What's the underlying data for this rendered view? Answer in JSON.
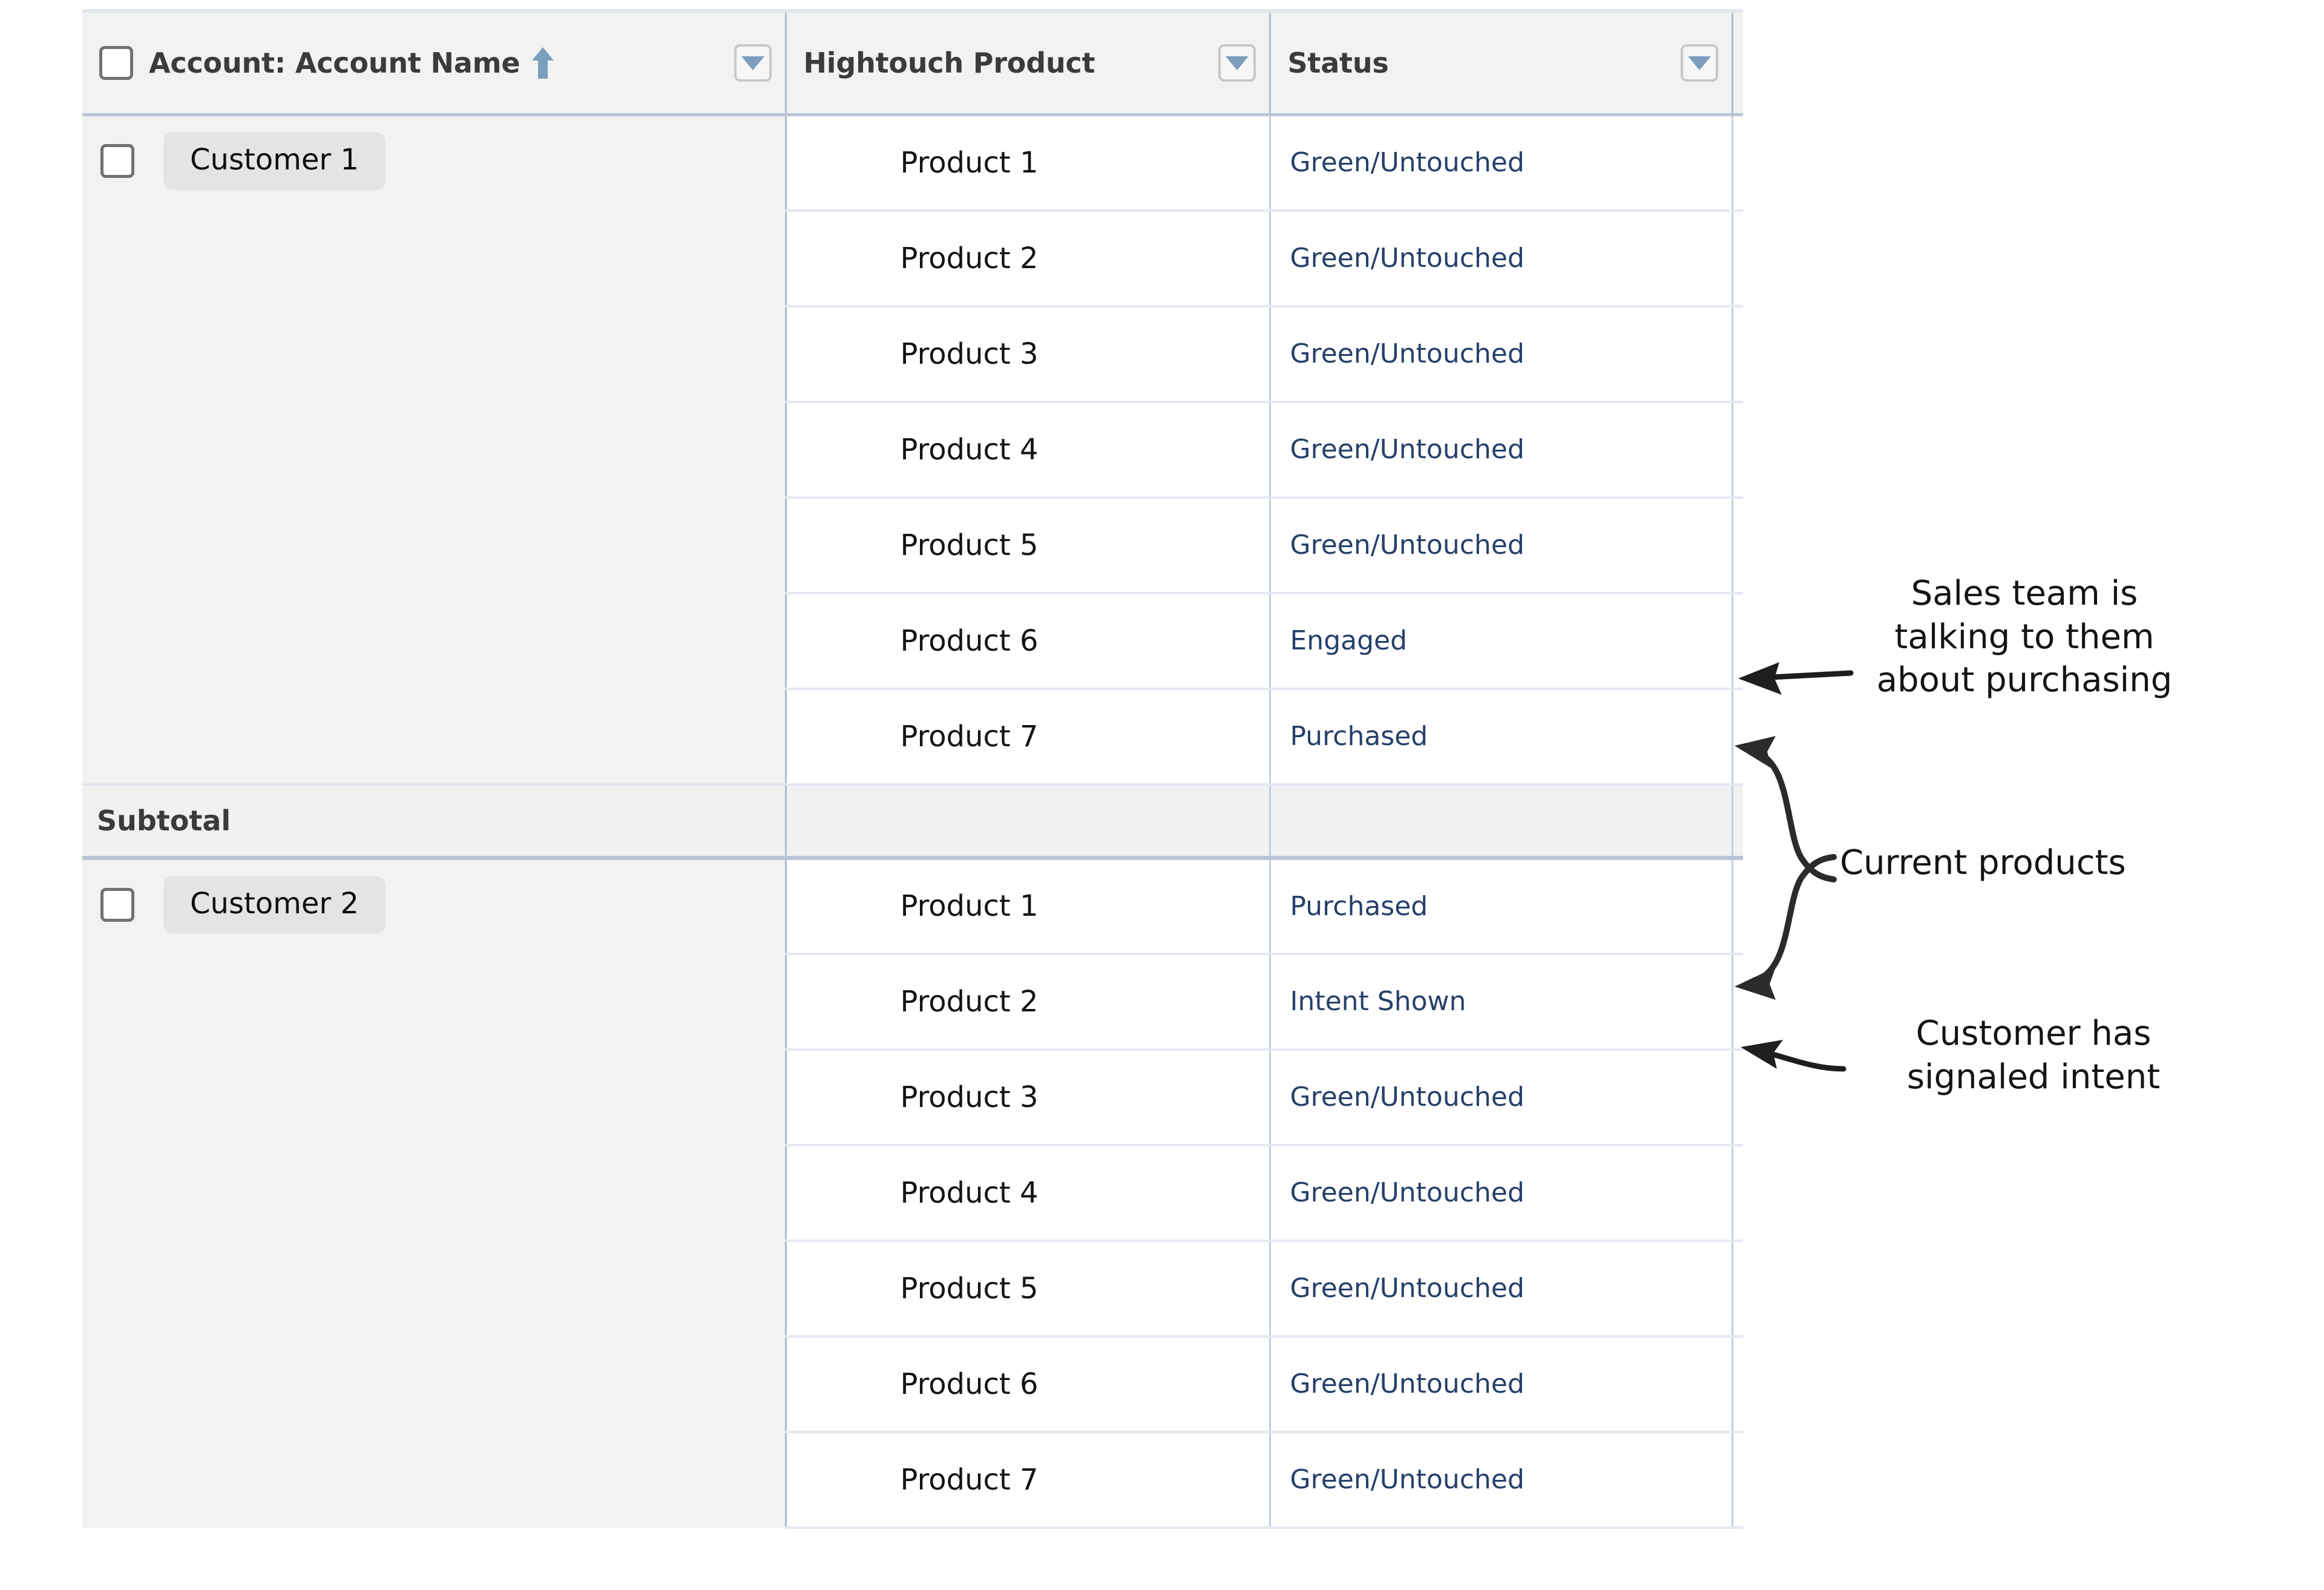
{
  "table": {
    "columns": [
      {
        "key": "account",
        "label": "Account: Account Name",
        "sort_indicator": "ascending-arrow-up",
        "has_filter": true
      },
      {
        "key": "product",
        "label": "Hightouch Product",
        "sort_indicator": null,
        "has_filter": true
      },
      {
        "key": "status",
        "label": "Status",
        "sort_indicator": null,
        "has_filter": true
      }
    ],
    "subtotal_label": "Subtotal",
    "groups": [
      {
        "account": "Customer 1",
        "checkbox_checked": false,
        "rows": [
          {
            "product": "Product 1",
            "status": "Green/Untouched"
          },
          {
            "product": "Product 2",
            "status": "Green/Untouched"
          },
          {
            "product": "Product 3",
            "status": "Green/Untouched"
          },
          {
            "product": "Product 4",
            "status": "Green/Untouched"
          },
          {
            "product": "Product 5",
            "status": "Green/Untouched"
          },
          {
            "product": "Product 6",
            "status": "Engaged"
          },
          {
            "product": "Product 7",
            "status": "Purchased"
          }
        ],
        "has_subtotal": true
      },
      {
        "account": "Customer 2",
        "checkbox_checked": false,
        "rows": [
          {
            "product": "Product 1",
            "status": "Purchased"
          },
          {
            "product": "Product 2",
            "status": "Intent Shown"
          },
          {
            "product": "Product 3",
            "status": "Green/Untouched"
          },
          {
            "product": "Product 4",
            "status": "Green/Untouched"
          },
          {
            "product": "Product 5",
            "status": "Green/Untouched"
          },
          {
            "product": "Product 6",
            "status": "Green/Untouched"
          },
          {
            "product": "Product 7",
            "status": "Green/Untouched"
          }
        ],
        "has_subtotal": false
      }
    ]
  },
  "annotations": {
    "sales": "Sales team is\ntalking to them\nabout purchasing",
    "current_products": "Current products",
    "intent": "Customer has\nsignaled intent"
  },
  "colors": {
    "status_text": "#26406b",
    "header_text": "#3b3b3b",
    "account_column_bg": "#f2f2f2",
    "account_pill_bg": "#e4e4e4",
    "grid_line": "#e4e8f3",
    "column_divider": "#c3cddc",
    "sort_arrow": "#7b9ebe",
    "filter_triangle": "#7b9ebe",
    "annotation_text": "#141414"
  }
}
